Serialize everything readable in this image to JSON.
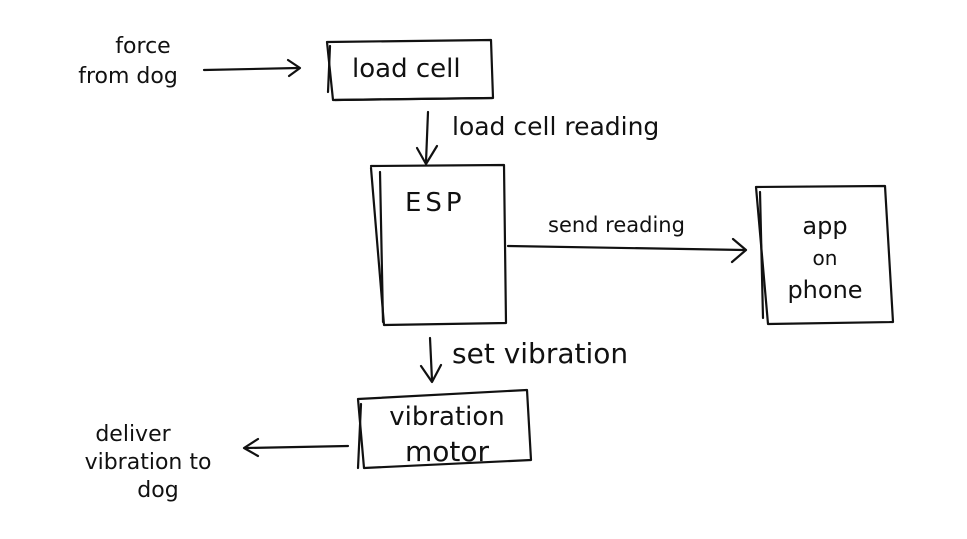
{
  "diagram": {
    "nodes": {
      "load_cell": {
        "label": "load cell"
      },
      "esp": {
        "label": "ESP"
      },
      "app_on_phone": {
        "lines": [
          "app",
          "on",
          "phone"
        ]
      },
      "vibration_motor": {
        "lines": [
          "vibration",
          "motor"
        ]
      }
    },
    "external": {
      "force_from_dog": {
        "lines": [
          "force",
          "from dog"
        ]
      },
      "deliver_vibration": {
        "lines": [
          "deliver",
          "vibration to",
          "dog"
        ]
      }
    },
    "edges": {
      "force_to_load_cell": {
        "from": "force_from_dog",
        "to": "load_cell",
        "label": ""
      },
      "load_cell_to_esp": {
        "from": "load_cell",
        "to": "esp",
        "label": "load cell reading"
      },
      "esp_to_app": {
        "from": "esp",
        "to": "app_on_phone",
        "label": "send reading"
      },
      "esp_to_motor": {
        "from": "esp",
        "to": "vibration_motor",
        "label": "set vibration"
      },
      "motor_to_dog": {
        "from": "vibration_motor",
        "to": "deliver_vibration",
        "label": ""
      }
    },
    "style": {
      "ink_color": "#111111",
      "background": "#ffffff"
    }
  }
}
